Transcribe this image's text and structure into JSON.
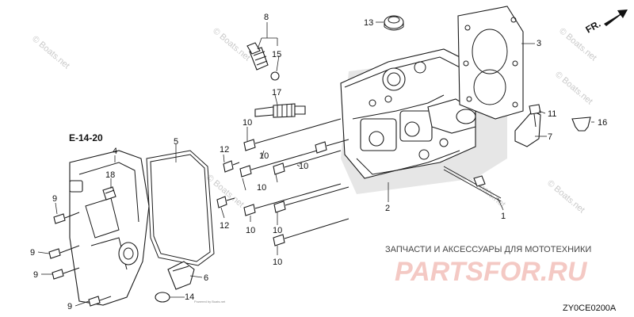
{
  "diagram": {
    "section_ref": "E-14-20",
    "fr_label": "FR.",
    "diagram_code": "ZY0CE0200A",
    "watermark": "© Boats.net",
    "copyright_line": "Powered by Boats.net",
    "promo_text": "ЗАПЧАСТИ И АКСЕССУАРЫ ДЛЯ МОТОТЕХНИКИ",
    "promo_brand": "PARTSFOR.RU",
    "callouts": {
      "c1": "1",
      "c2": "2",
      "c3": "3",
      "c4": "4",
      "c5": "5",
      "c6": "6",
      "c7": "7",
      "c8": "8",
      "c9a": "9",
      "c9b": "9",
      "c9c": "9",
      "c9d": "9",
      "c10a": "10",
      "c10b": "10",
      "c10c": "10",
      "c10d": "10",
      "c10e": "10",
      "c10f": "10",
      "c10g": "10",
      "c11": "11",
      "c12a": "12",
      "c12b": "12",
      "c13": "13",
      "c14": "14",
      "c15": "15",
      "c16": "16",
      "c17": "17",
      "c18": "18"
    }
  }
}
